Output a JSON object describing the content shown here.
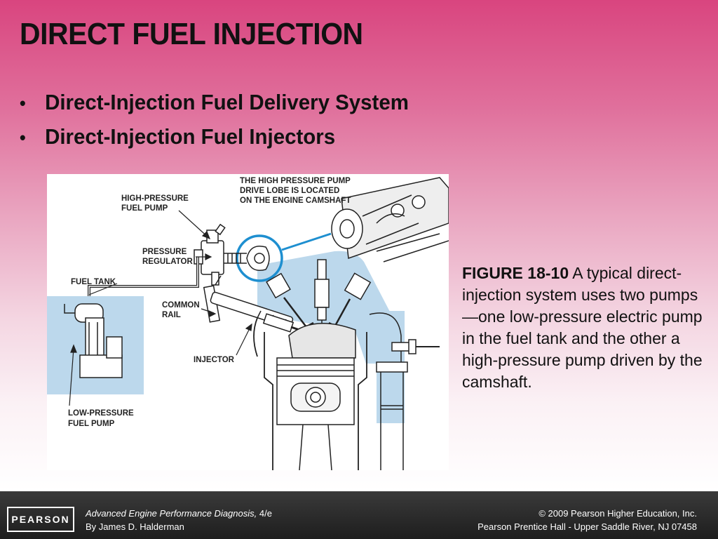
{
  "slide": {
    "title": "DIRECT FUEL INJECTION",
    "bullets": [
      {
        "marker": "•",
        "text": "Direct-Injection Fuel Delivery System"
      },
      {
        "marker": "•",
        "text": "Direct-Injection Fuel Injectors"
      }
    ]
  },
  "figure": {
    "labels": {
      "drive_lobe": [
        "THE HIGH PRESSURE PUMP",
        "DRIVE LOBE IS LOCATED",
        "ON THE ENGINE CAMSHAFT"
      ],
      "hp_pump": [
        "HIGH-PRESSURE",
        "FUEL PUMP"
      ],
      "regulator": [
        "PRESSURE",
        "REGULATOR"
      ],
      "fuel_tank": "FUEL TANK",
      "common_rail": [
        "COMMON",
        "RAIL"
      ],
      "injector": "INJECTOR",
      "lp_pump": [
        "LOW-PRESSURE",
        "FUEL PUMP"
      ]
    },
    "colors": {
      "panel": "#bcd8ec",
      "highlight": "#1e8fd0",
      "line": "#222222"
    }
  },
  "caption": {
    "label": "FIGURE 18-10",
    "text": "A typical direct-injection system uses two pumps—one low-pressure electric pump in the fuel tank and the other a high-pressure pump driven by the camshaft."
  },
  "footer": {
    "logo": "PEARSON",
    "book_title": "Advanced Engine Performance Diagnosis,",
    "edition": "4/e",
    "author": "By James D. Halderman",
    "copyright": "© 2009 Pearson Higher Education, Inc.",
    "publisher": "Pearson Prentice Hall - Upper Saddle River, NJ 07458"
  }
}
